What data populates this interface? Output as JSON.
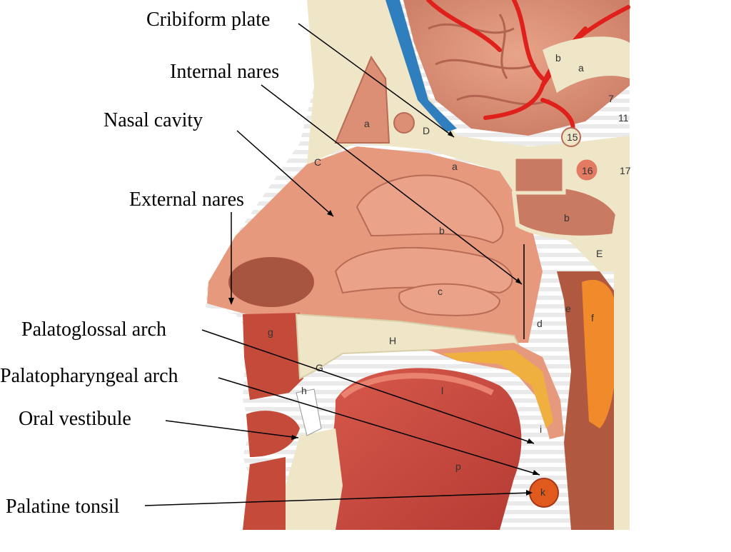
{
  "labels": {
    "cribiform_plate": "Cribiform plate",
    "internal_nares": "Internal nares",
    "nasal_cavity": "Nasal cavity",
    "external_nares": "External nares",
    "palatoglossal_arch": "Palatoglossal arch",
    "palatopharyngeal_arch": "Palatopharyngeal arch",
    "oral_vestibule": "Oral vestibule",
    "palatine_tonsil": "Palatine tonsil"
  },
  "model_marks": {
    "a": "a",
    "b": "b",
    "c": "c",
    "d": "d",
    "e": "e",
    "f": "f",
    "g": "g",
    "h": "h",
    "i": "i",
    "k": "k",
    "l": "l",
    "p": "p",
    "C": "C",
    "D": "D",
    "E": "E",
    "G": "G",
    "H": "H",
    "n7": "7",
    "n11": "11",
    "n15": "15",
    "n16": "16",
    "n17": "17"
  },
  "colors": {
    "background": "#ffffff",
    "tissue": "#e7997d",
    "tissue_dark": "#b85f45",
    "bone": "#efe6c8",
    "muscle": "#c44a3a",
    "brain": "#dc8f75",
    "artery": "#e0201a",
    "tongue": "#c9493f",
    "cartilage": "#f0a030",
    "dura_blue": "#2f7fbf"
  }
}
